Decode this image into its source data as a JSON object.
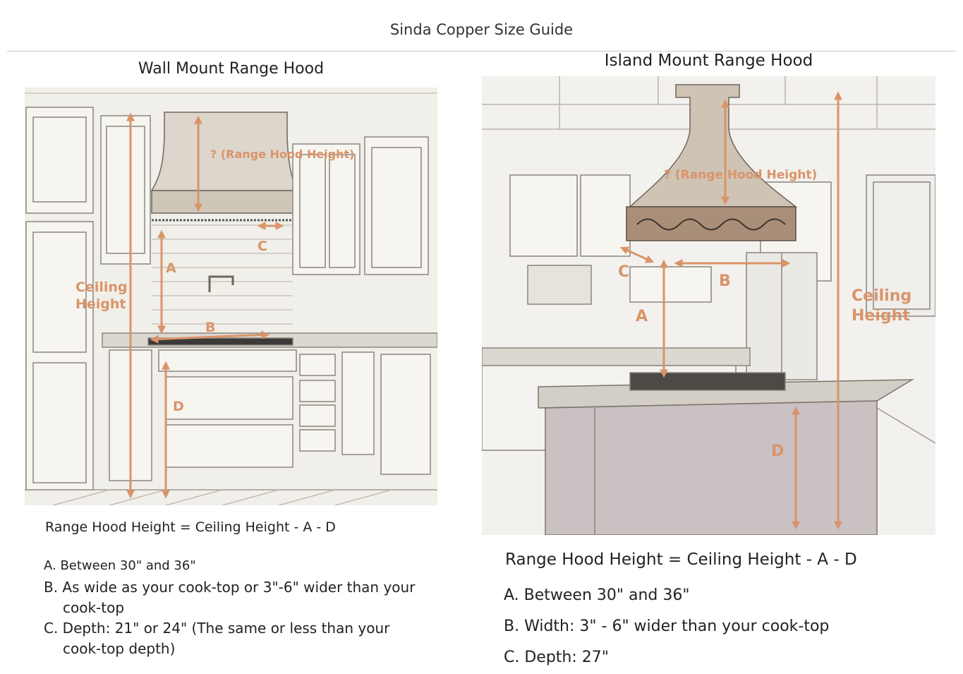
{
  "header": {
    "title": "Sinda Copper Size Guide"
  },
  "wall": {
    "title": "Wall Mount Range Hood",
    "labels": {
      "hood_height": "? (Range Hood Height)",
      "a": "A",
      "b": "B",
      "c": "C",
      "d": "D",
      "ceiling_1": "Ceiling",
      "ceiling_2": "Height"
    },
    "formula": "Range Hood Height = Ceiling Height - A - D",
    "notes": {
      "a": "A. Between 30\" and 36\"",
      "b1": "B. As wide as your cook-top or 3\"-6\" wider than your",
      "b2": "cook-top",
      "c1": "C. Depth: 21\" or 24\" (The same or less than your",
      "c2": "cook-top depth)"
    }
  },
  "island": {
    "title": "Island Mount Range Hood",
    "labels": {
      "hood_height": "? (Range Hood Height)",
      "a": "A",
      "b": "B",
      "c": "C",
      "d": "D",
      "ceiling_1": "Ceiling",
      "ceiling_2": "Height"
    },
    "formula": "Range Hood Height = Ceiling Height - A - D",
    "notes": {
      "a": "A. Between 30\" and 36\"",
      "b": "B. Width: 3\" - 6\" wider than  your cook-top",
      "c": "C. Depth: 27\""
    }
  },
  "colors": {
    "arrow": "#d9946a",
    "sketch": "#8a8680",
    "copper": "#a87a5c"
  }
}
